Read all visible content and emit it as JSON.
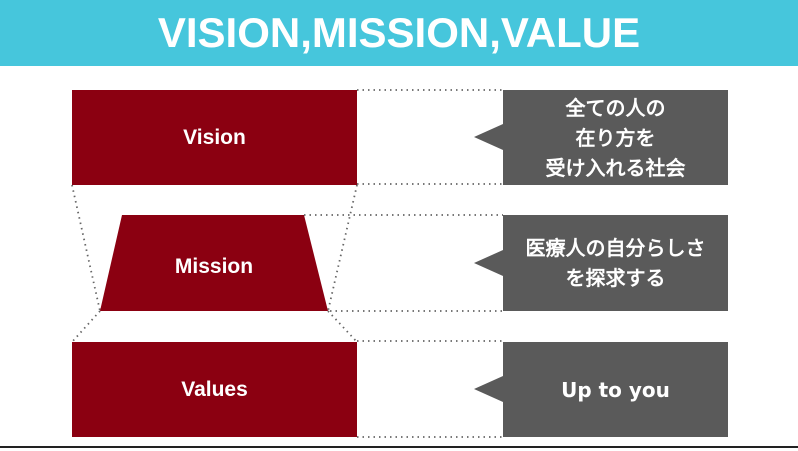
{
  "title": "VISION,MISSION,VALUE",
  "rows": [
    {
      "label": "Vision",
      "description": "全ての人の\n在り方を\n受け入れる社会"
    },
    {
      "label": "Mission",
      "description": "医療人の自分らしさ\nを探求する"
    },
    {
      "label": "Values",
      "description": "Up to you"
    }
  ],
  "colors": {
    "header": "#46c6dc",
    "red": "#8b0011",
    "gray": "#5a5a5a"
  }
}
